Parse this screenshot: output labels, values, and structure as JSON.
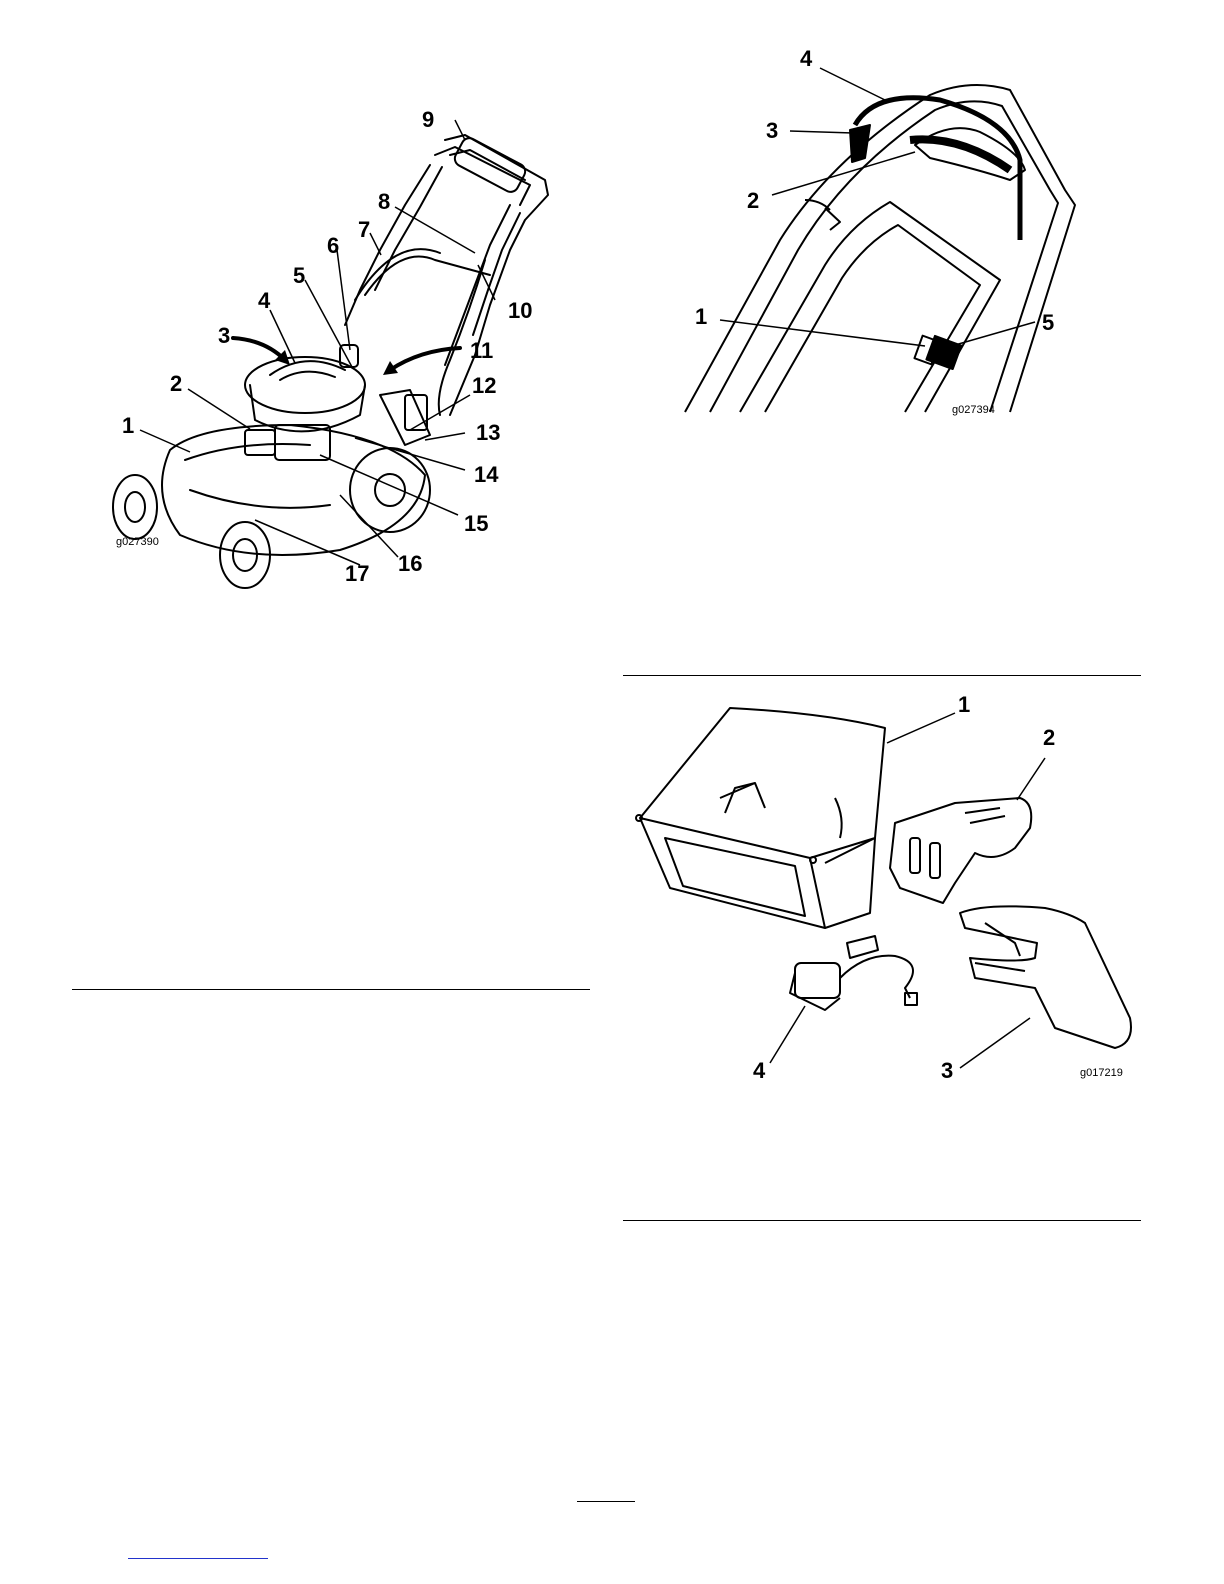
{
  "figures": [
    {
      "id": "mower-controls-overview",
      "code": "g027390",
      "callouts": [
        "1",
        "2",
        "3",
        "4",
        "5",
        "6",
        "7",
        "8",
        "9",
        "10",
        "11",
        "12",
        "13",
        "14",
        "15",
        "16",
        "17"
      ]
    },
    {
      "id": "handle-controls",
      "code": "g027394",
      "callouts": [
        "1",
        "2",
        "3",
        "4",
        "5"
      ]
    },
    {
      "id": "loose-parts",
      "code": "g017219",
      "callouts": [
        "1",
        "2",
        "3",
        "4"
      ]
    }
  ]
}
